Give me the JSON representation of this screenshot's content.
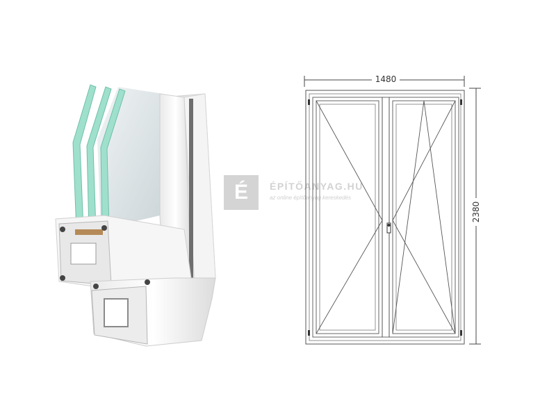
{
  "window": {
    "width_label": "1480",
    "height_label": "2380"
  },
  "watermark": {
    "logo_letter": "É",
    "title": "ÉPÍTŐANYAG.HU",
    "subtitle": "az online építőanyag kereskedés"
  },
  "colors": {
    "frame": "#f2f2f2",
    "frame_shadow": "#c9c9c9",
    "glass_edge": "#7fcfb8",
    "line": "#555555",
    "watermark": "#d4d4d4"
  }
}
